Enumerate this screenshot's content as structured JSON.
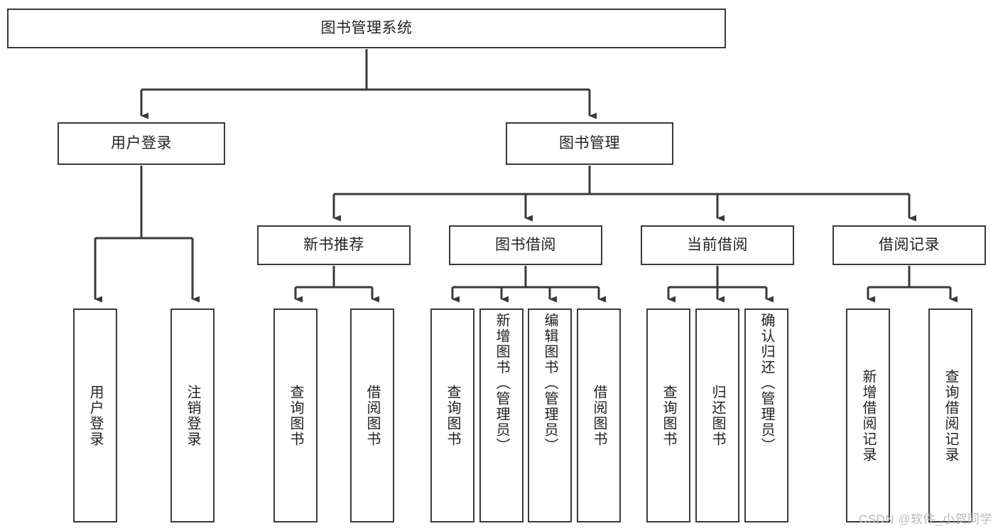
{
  "diagram": {
    "type": "hierarchy-tree",
    "title_node": {
      "label": "图书管理系统"
    },
    "level2": [
      {
        "id": "user-login",
        "label": "用户登录"
      },
      {
        "id": "book-management",
        "label": "图书管理"
      }
    ],
    "level3": [
      {
        "id": "new-book-recommend",
        "label": "新书推荐",
        "parent": "book-management"
      },
      {
        "id": "book-borrow",
        "label": "图书借阅",
        "parent": "book-management"
      },
      {
        "id": "current-borrow",
        "label": "当前借阅",
        "parent": "book-management"
      },
      {
        "id": "borrow-record",
        "label": "借阅记录",
        "parent": "book-management"
      }
    ],
    "leaves": {
      "user_login": [
        {
          "id": "leaf-user-login",
          "label": "用户登录"
        },
        {
          "id": "leaf-logout",
          "label": "注销登录"
        }
      ],
      "new_book_recommend": [
        {
          "id": "leaf-query-book-1",
          "label": "查询图书"
        },
        {
          "id": "leaf-borrow-book-1",
          "label": "借阅图书"
        }
      ],
      "book_borrow": [
        {
          "id": "leaf-query-book-2",
          "label": "查询图书"
        },
        {
          "id": "leaf-add-book",
          "label": "新增图书（管理员）"
        },
        {
          "id": "leaf-edit-book",
          "label": "编辑图书（管理员）"
        },
        {
          "id": "leaf-borrow-book-2",
          "label": "借阅图书"
        }
      ],
      "current_borrow": [
        {
          "id": "leaf-query-book-3",
          "label": "查询图书"
        },
        {
          "id": "leaf-return-book",
          "label": "归还图书"
        },
        {
          "id": "leaf-confirm-return",
          "label": "确认归还（管理员）"
        }
      ],
      "borrow_record": [
        {
          "id": "leaf-add-record",
          "label": "新增借阅记录"
        },
        {
          "id": "leaf-query-record",
          "label": "查询借阅记录"
        }
      ]
    },
    "watermark": "CSDN @软件_小贺同学",
    "colors": {
      "border": "#3a3a3a",
      "text": "#222222",
      "background": "#ffffff",
      "connector": "#3a3a3a",
      "watermark": "#b9b9b9"
    }
  }
}
